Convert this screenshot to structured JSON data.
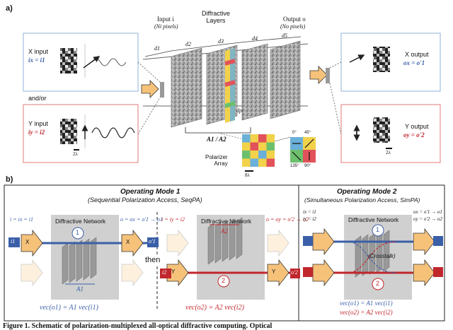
{
  "panel_a": {
    "label": "a)",
    "input_title": "Input i",
    "input_pixels": "(Ni pixels)",
    "layers_title": "Diffractive\nLayers",
    "output_title": "Output o",
    "output_pixels": "(No pixels)",
    "d1": "d1",
    "d2": "d2",
    "d3": "d3",
    "d4": "d4",
    "d5": "d5",
    "dp": "dp",
    "x_input": "X input",
    "x_input_eq": "ix = i1",
    "y_input": "Y input",
    "y_input_eq": "iy = i2",
    "andor": "and/or",
    "x_output": "X output",
    "x_output_eq": "ox = o'1",
    "y_output": "Y output",
    "y_output_eq": "oy = o'2",
    "lambda_in": "2λ",
    "lambda_out": "2λ",
    "lambda_pol": "8λ",
    "A_label": "A1 / A2",
    "polarizer_label": "Polarizer\nArray",
    "angles": [
      "0°",
      "45°",
      "135°",
      "90°"
    ],
    "colors": {
      "blue": "#3a5fa8",
      "red": "#c0272d",
      "orange": "#f6c27a"
    }
  },
  "panel_b": {
    "label": "b)",
    "mode1_title": "Operating Mode 1",
    "mode1_sub": "(Sequential Polarization Access, SeqPA)",
    "mode2_title": "Operating Mode 2",
    "mode2_sub": "(Simultaneous Polarization Access, SimPA)",
    "net_label": "Diffractive Network",
    "m1_eq_in": "i = ix = i1",
    "m1_eq_out": "o = ox = o'1 → o1",
    "m1b_eq_in": "i = iy = i2",
    "m1b_eq_out": "o = oy = o'2 → o2",
    "then": "then",
    "A1": "A1",
    "A2": "A2",
    "circ1": "1",
    "circ2": "2",
    "crosstalk": "(Crosstalk)",
    "vec1": "vec(o1) = A1 vec(i1)",
    "vec2": "vec(o2) = A2 vec(i2)",
    "m2_in_a": "ix = i1",
    "m2_in_b": "iy = i2",
    "m2_out_a": "ox = o'1 → o1",
    "m2_out_b": "oy = o'2 → o2",
    "tag_i1": "i1",
    "tag_i2": "i2",
    "tag_o1": "o'1",
    "tag_o2": "o'2",
    "arrow_x": "X",
    "arrow_y": "Y"
  },
  "caption": "Figure 1. Schematic of polarization-multiplexed all-optical diffractive computing. Optical"
}
